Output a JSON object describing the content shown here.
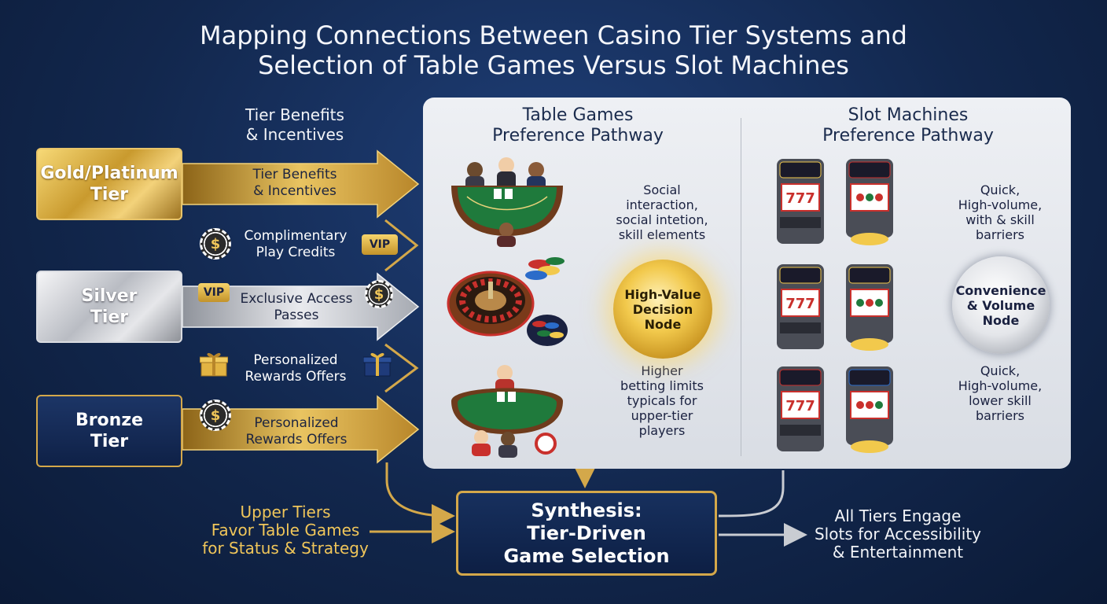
{
  "title": {
    "line1": "Mapping Connections Between Casino Tier Systems and",
    "line2": "Selection of Table Games Versus Slot Machines"
  },
  "left_heading": {
    "line1": "Tier Benefits",
    "line2": "& Incentives"
  },
  "tiers": [
    {
      "line1": "Gold/Platinum",
      "line2": "Tier"
    },
    {
      "line1": "Silver",
      "line2": "Tier"
    },
    {
      "line1": "Bronze",
      "line2": "Tier"
    }
  ],
  "benefits": [
    {
      "line1": "Tier Benefits",
      "line2": "& Incentives"
    },
    {
      "line1": "Complimentary",
      "line2": "Play Credits"
    },
    {
      "line1": "Exclusive Access",
      "line2": "Passes"
    },
    {
      "line1": "Personalized",
      "line2": "Rewards Offers"
    },
    {
      "line1": "Personalized",
      "line2": "Rewards Offers"
    }
  ],
  "vip_label": "VIP",
  "table_pathway": {
    "heading1": "Table Games",
    "heading2": "Preference Pathway",
    "note_top": [
      "Social",
      "interaction,",
      "social intetion,",
      "skill elements"
    ],
    "node": [
      "High-Value",
      "Decision",
      "Node"
    ],
    "note_bottom": [
      "Higher",
      "betting limits",
      "typicals for",
      "upper-tier",
      "players"
    ]
  },
  "slot_pathway": {
    "heading1": "Slot Machines",
    "heading2": "Preference Pathway",
    "note_top": [
      "Quick,",
      "High-volume,",
      "with & skill",
      "barriers"
    ],
    "node": [
      "Convenience",
      "& Volume",
      "Node"
    ],
    "note_bottom": [
      "Quick,",
      "High-volume,",
      "lower skill",
      "barriers"
    ]
  },
  "synthesis": [
    "Synthesis:",
    "Tier-Driven",
    "Game Selection"
  ],
  "upper_tiers": [
    "Upper Tiers",
    "Favor Table Games",
    "for Status & Strategy"
  ],
  "all_tiers": [
    "All Tiers Engage",
    "Slots for Accessibility",
    "& Entertainment"
  ],
  "colors": {
    "gold": "#d4a84a",
    "silver": "#c0c3c9",
    "navy": "#12274d",
    "panel": "#e6e9ee"
  }
}
